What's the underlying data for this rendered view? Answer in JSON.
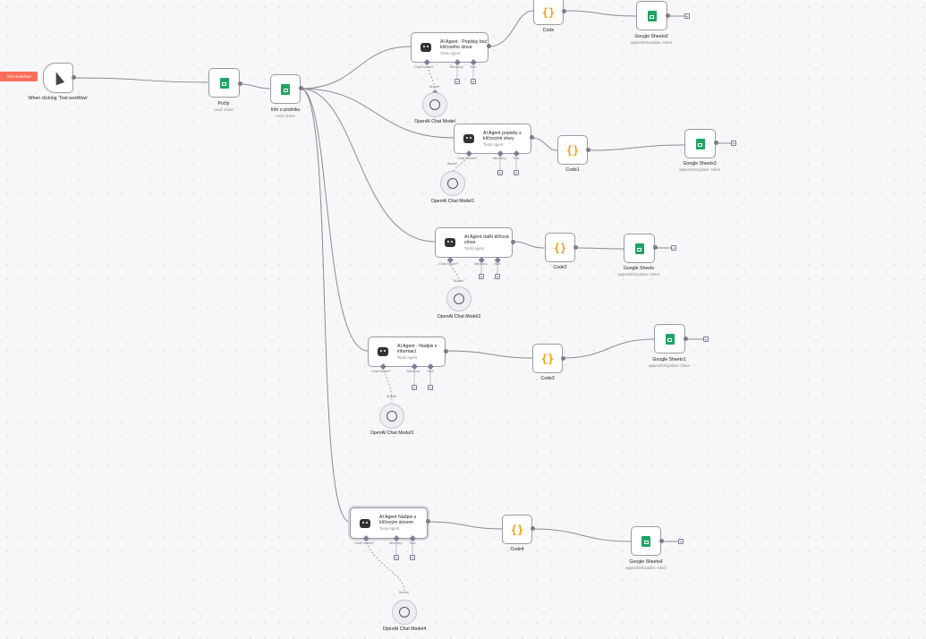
{
  "toolbar": {
    "test_workflow": "Test workflow"
  },
  "trigger": {
    "label": "When clicking ‘Test workflow’"
  },
  "nodes": {
    "pocty": {
      "label": "Počty",
      "sub": "read: sheet"
    },
    "info": {
      "label": "Info o podniku",
      "sub": "read: sheet"
    },
    "agent1": {
      "label": "AI Agent - Popisky bez klíčového slova",
      "sub": "Tools Agent"
    },
    "agent2": {
      "label": "AI Agent popisky s klíčovými slovy",
      "sub": "Tools Agent"
    },
    "agent3": {
      "label": "AI Agent další klíčová slova",
      "sub": "Tools Agent"
    },
    "agent4": {
      "label": "AI Agent - Nadpis s informací",
      "sub": "Tools Agent"
    },
    "agent5": {
      "label": "AI Agent Nadpis s klíčovým slovem",
      "sub": "Tools Agent"
    },
    "code": {
      "label": "Code"
    },
    "code1": {
      "label": "Code1"
    },
    "code2": {
      "label": "Code2"
    },
    "code3": {
      "label": "Code3"
    },
    "code4": {
      "label": "Code4"
    },
    "gs2": {
      "label": "Google Sheets2",
      "sub": "appendOrUpdate: sheet"
    },
    "gs3": {
      "label": "Google Sheets3",
      "sub": "appendOrUpdate: sheet"
    },
    "gs": {
      "label": "Google Sheets",
      "sub": "appendOrUpdate: sheet"
    },
    "gs1": {
      "label": "Google Sheets1",
      "sub": "appendOrUpdate: sheet"
    },
    "gs4": {
      "label": "Google Sheets4",
      "sub": "appendOrUpdate: sheet"
    },
    "m0": {
      "label": "OpenAI Chat Model"
    },
    "m1": {
      "label": "OpenAI Chat Model1"
    },
    "m2": {
      "label": "OpenAI Chat Model2"
    },
    "m3": {
      "label": "OpenAI Chat Model3"
    },
    "m4": {
      "label": "OpenAI Chat Model4"
    }
  },
  "ports": {
    "chat_model": "Chat Model*",
    "memory": "Memory",
    "tool": "Tool",
    "model": "Model"
  },
  "colors": {
    "accent": "#ff6d5a",
    "sheets": "#1fa463",
    "code": "#f59e0b"
  }
}
